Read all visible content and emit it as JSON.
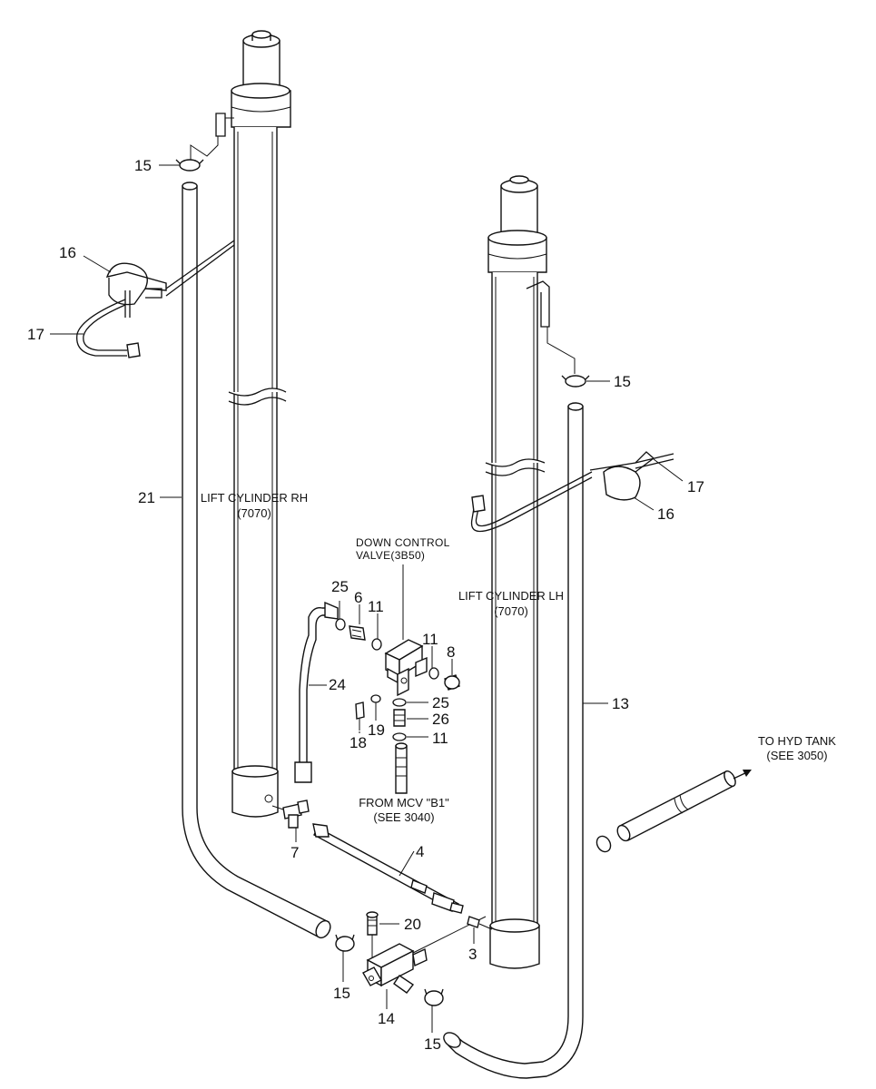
{
  "callouts": {
    "c15_top_left": "15",
    "c16_left": "16",
    "c17_left": "17",
    "c21": "21",
    "c15_right": "15",
    "c17_right": "17",
    "c16_right": "16",
    "c25_top": "25",
    "c6": "6",
    "c11_a": "11",
    "c11_b": "11",
    "c8": "8",
    "c24": "24",
    "c25_b": "25",
    "c26": "26",
    "c19": "19",
    "c18": "18",
    "c11_c": "11",
    "c13": "13",
    "c7": "7",
    "c4": "4",
    "c20": "20",
    "c3": "3",
    "c15_bottom_a": "15",
    "c14": "14",
    "c15_bottom_b": "15"
  },
  "captions": {
    "lift_rh_line1": "LIFT CYLINDER RH",
    "lift_rh_line2": "(7070)",
    "lift_lh_line1": "LIFT CYLINDER LH",
    "lift_lh_line2": "(7070)",
    "down_valve_line1": "DOWN CONTROL",
    "down_valve_line2": "VALVE(3B50)",
    "from_mcv_line1": "FROM MCV \"B1\"",
    "from_mcv_line2": "(SEE 3040)",
    "to_tank_line1": "TO HYD TANK",
    "to_tank_line2": "(SEE 3050)"
  }
}
